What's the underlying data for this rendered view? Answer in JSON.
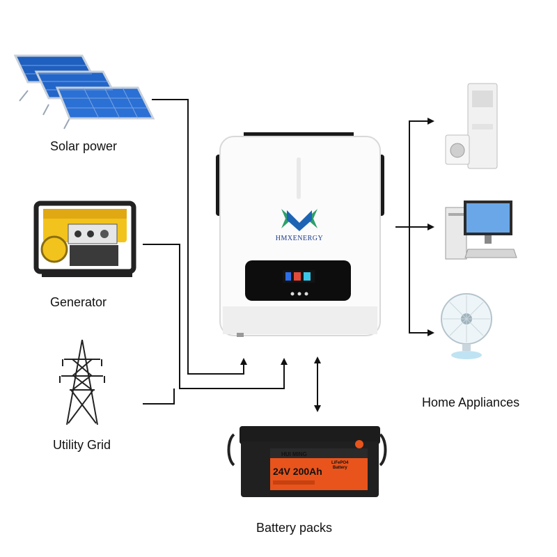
{
  "sources": [
    {
      "label": "Solar power",
      "icon": "solar-panel-icon"
    },
    {
      "label": "Generator",
      "icon": "generator-icon"
    },
    {
      "label": "Utility Grid",
      "icon": "power-tower-icon"
    }
  ],
  "inverter": {
    "brand": "HMXENERGY",
    "icon": "inverter-icon"
  },
  "battery": {
    "label": "Battery packs",
    "brand": "HUI MING",
    "spec": "24V 200Ah",
    "chem_line1": "LiFePO4",
    "chem_line2": "Battery",
    "icon": "battery-icon"
  },
  "loads": {
    "label": "Home Appliances",
    "items": [
      "air-conditioner-icon",
      "computer-icon",
      "fan-icon"
    ]
  },
  "colors": {
    "line": "#111111",
    "accent": "#e8541c",
    "panel": "#1f5fbf",
    "logo_green": "#2ea06a",
    "logo_blue": "#1e64b4"
  }
}
